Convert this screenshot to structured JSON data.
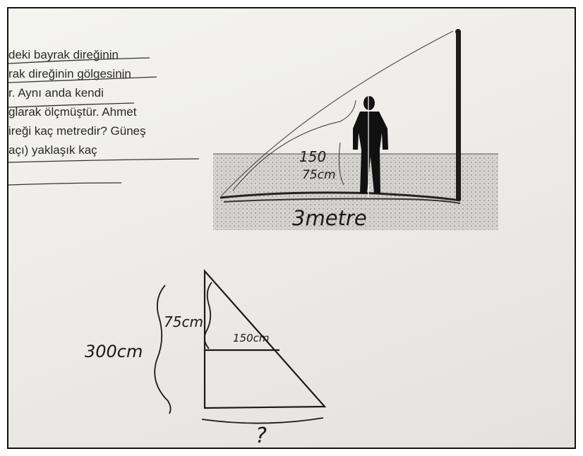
{
  "printed_lines": [
    "deki bayrak direğinin",
    "rak direğinin gölgesinin",
    "r. Aynı anda kendi",
    "glarak ölçmüştür. Ahmet",
    "ireği kaç metredir? Güneş",
    "açı) yaklaşık kaç"
  ],
  "illustration_notes": {
    "shadow_top": "150",
    "shadow_short": "75cm",
    "ground": "3metre"
  },
  "diagram_notes": {
    "outer_height": "300cm",
    "inner_height": "75cm",
    "inner_width": "150cm",
    "base": "?"
  },
  "colors": {
    "paper": "#eceae6",
    "ink": "#1a1a1a",
    "print": "#2a2a2a"
  }
}
